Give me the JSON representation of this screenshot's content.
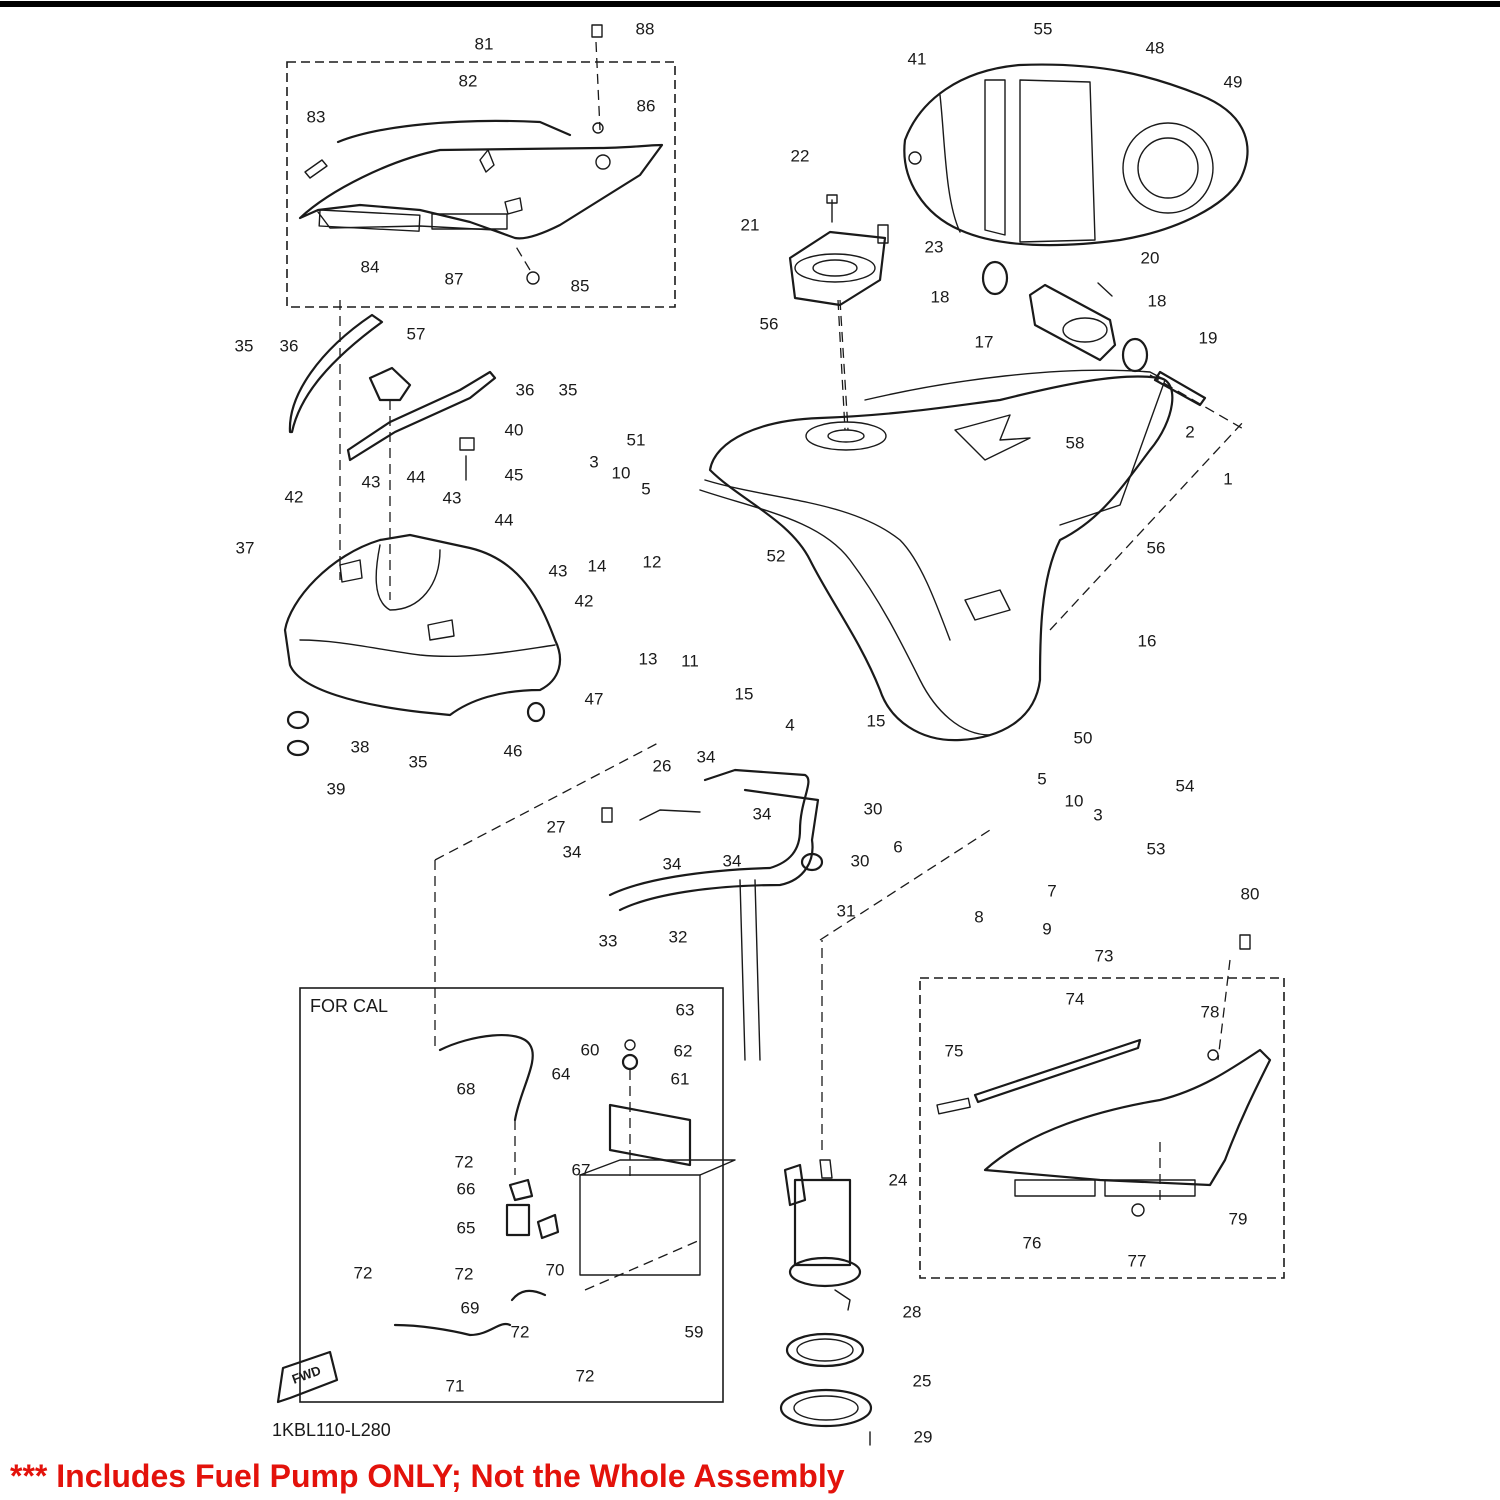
{
  "diagram": {
    "diagram_id": "1KBL110-L280",
    "inset_label": "FOR CAL",
    "fwd_arrow_text": "FWD",
    "notice": "*** Includes Fuel Pump ONLY; Not the Whole Assembly",
    "notice_color": "#e3120b",
    "callouts": [
      "1",
      "2",
      "3",
      "3",
      "4",
      "5",
      "5",
      "6",
      "7",
      "8",
      "9",
      "10",
      "10",
      "11",
      "12",
      "13",
      "14",
      "15",
      "15",
      "16",
      "17",
      "18",
      "18",
      "19",
      "20",
      "21",
      "22",
      "23",
      "24",
      "25",
      "26",
      "27",
      "28",
      "29",
      "30",
      "30",
      "31",
      "32",
      "33",
      "34",
      "34",
      "34",
      "34",
      "34",
      "35",
      "35",
      "35",
      "36",
      "36",
      "37",
      "38",
      "39",
      "40",
      "41",
      "42",
      "42",
      "43",
      "43",
      "43",
      "44",
      "44",
      "45",
      "46",
      "47",
      "48",
      "49",
      "50",
      "51",
      "52",
      "53",
      "54",
      "55",
      "56",
      "56",
      "57",
      "58",
      "59",
      "60",
      "61",
      "62",
      "63",
      "64",
      "65",
      "66",
      "67",
      "68",
      "69",
      "70",
      "71",
      "72",
      "72",
      "72",
      "72",
      "72",
      "73",
      "74",
      "75",
      "76",
      "77",
      "78",
      "79",
      "80",
      "81",
      "82",
      "83",
      "84",
      "85",
      "86",
      "87",
      "88"
    ]
  }
}
